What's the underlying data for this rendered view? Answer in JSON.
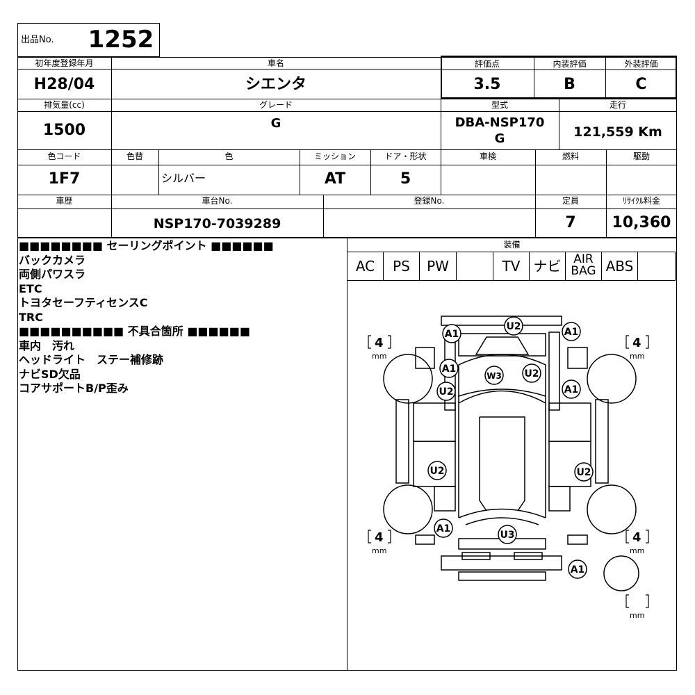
{
  "lot": {
    "label": "出品No.",
    "number": "1252"
  },
  "header": {
    "reg_year_label": "初年度登録年月",
    "reg_year": "H28/04",
    "car_name_label": "車名",
    "car_name": "シエンタ",
    "score_label": "評価点",
    "score": "3.5",
    "interior_label": "内装評価",
    "interior": "B",
    "exterior_label": "外装評価",
    "exterior": "C"
  },
  "row2": {
    "displacement_label": "排気量(cc)",
    "displacement": "1500",
    "grade_label": "グレード",
    "grade": "G",
    "model_label": "型式",
    "model_line1": "DBA-NSP170",
    "model_line2": "G",
    "mileage_label": "走行",
    "mileage": "121,559 Km"
  },
  "row3": {
    "color_code_label": "色コード",
    "color_code": "1F7",
    "repaint_label": "色替",
    "repaint": "",
    "color_label": "色",
    "color": "シルバー",
    "transmission_label": "ミッション",
    "transmission": "AT",
    "doors_label": "ドア・形状",
    "doors": "5",
    "inspection_label": "車検",
    "inspection": "",
    "fuel_label": "燃料",
    "fuel": "",
    "drive_label": "駆動",
    "drive": ""
  },
  "row4": {
    "history_label": "車歴",
    "history": "",
    "chassis_label": "車台No.",
    "chassis": "NSP170-7039289",
    "registration_label": "登録No.",
    "registration": "",
    "capacity_label": "定員",
    "capacity": "7",
    "recycle_label": "ﾘｻｲｸﾙ料金",
    "recycle": "10,360"
  },
  "notes": {
    "selling_header": "■■■■■■■■ セーリングポイント ■■■■■■",
    "selling_points": [
      "バックカメラ",
      "両側パワスラ",
      "ETC",
      "トヨタセーフティセンスC",
      "TRC"
    ],
    "defects_header": "■■■■■■■■■■ 不具合箇所 ■■■■■■",
    "defects": [
      "車内　汚れ",
      "ヘッドライト　ステー補修跡",
      "ナビSD欠品",
      "コアサポートB/P歪み"
    ]
  },
  "equipment": {
    "label": "装備",
    "items": [
      "AC",
      "PS",
      "PW",
      "",
      "TV",
      "ナビ",
      "AIR",
      "BAG",
      "ABS",
      ""
    ]
  },
  "diagram": {
    "tire_tread": [
      "4",
      "4",
      "4",
      "4",
      ""
    ],
    "unit": "mm",
    "damage_marks": [
      "A1",
      "U2",
      "A1",
      "A1",
      "W3",
      "U2",
      "U2",
      "A1",
      "U2",
      "U2",
      "A1",
      "U3",
      "A1"
    ]
  }
}
